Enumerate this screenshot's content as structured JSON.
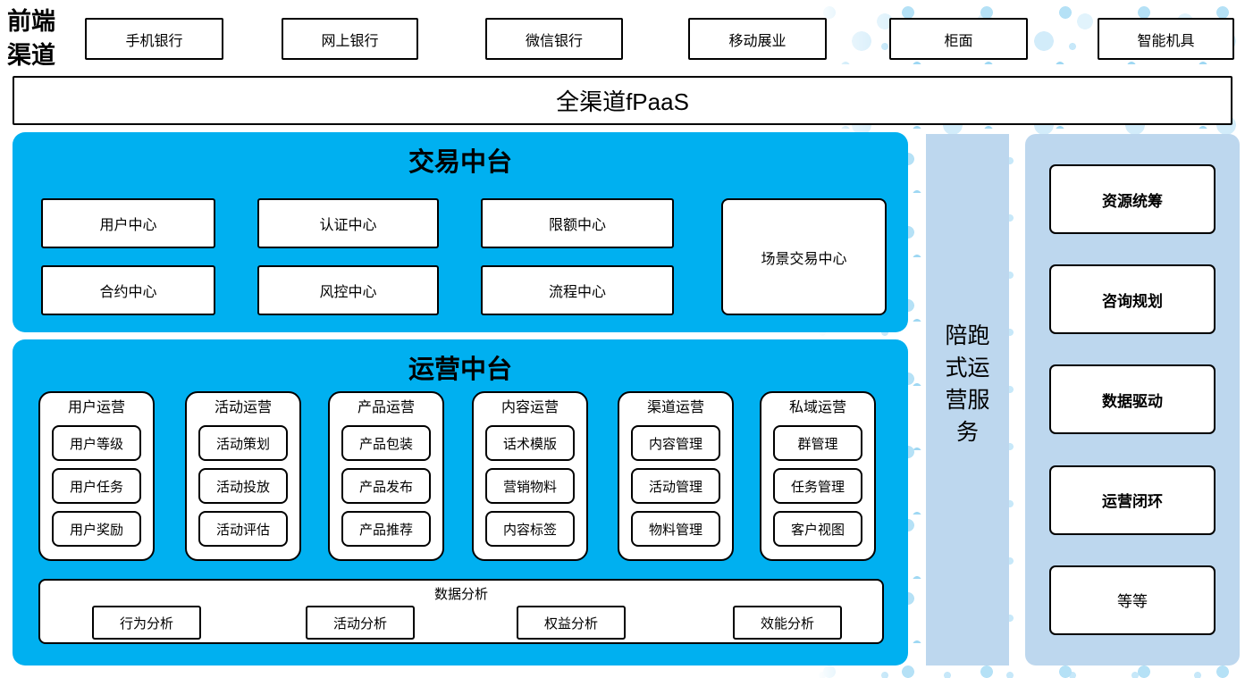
{
  "front_channels": {
    "label": "前端渠道",
    "items": [
      "手机银行",
      "网上银行",
      "微信银行",
      "移动展业",
      "柜面",
      "智能机具"
    ]
  },
  "fpaas": {
    "label": "全渠道fPaaS"
  },
  "trade_platform": {
    "title": "交易中台",
    "row1": [
      "用户中心",
      "认证中心",
      "限额中心"
    ],
    "row2": [
      "合约中心",
      "风控中心",
      "流程中心"
    ],
    "scene_center": "场景交易中心"
  },
  "ops_platform": {
    "title": "运营中台",
    "columns": [
      {
        "title": "用户运营",
        "items": [
          "用户等级",
          "用户任务",
          "用户奖励"
        ]
      },
      {
        "title": "活动运营",
        "items": [
          "活动策划",
          "活动投放",
          "活动评估"
        ]
      },
      {
        "title": "产品运营",
        "items": [
          "产品包装",
          "产品发布",
          "产品推荐"
        ]
      },
      {
        "title": "内容运营",
        "items": [
          "话术模版",
          "营销物料",
          "内容标签"
        ]
      },
      {
        "title": "渠道运营",
        "items": [
          "内容管理",
          "活动管理",
          "物料管理"
        ]
      },
      {
        "title": "私域运营",
        "items": [
          "群管理",
          "任务管理",
          "客户视图"
        ]
      }
    ],
    "analysis": {
      "title": "数据分析",
      "items": [
        "行为分析",
        "活动分析",
        "权益分析",
        "效能分析"
      ]
    }
  },
  "companion_strip": {
    "label": "陪跑式运营服务"
  },
  "service_panel": {
    "items": [
      "资源统筹",
      "咨询规划",
      "数据驱动",
      "运营闭环",
      "等等"
    ]
  },
  "colors": {
    "accent_blue": "#00b0f0",
    "light_blue": "#bdd7ee",
    "dot_blue": "#b5e1f6"
  }
}
